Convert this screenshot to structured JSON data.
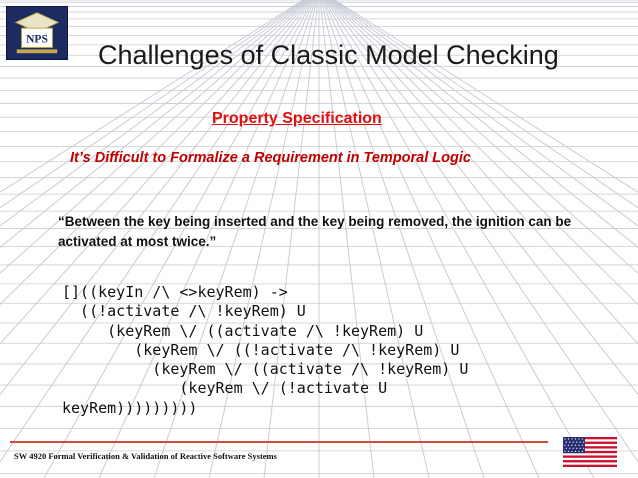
{
  "slide": {
    "title": "Challenges of Classic Model Checking",
    "subtitle": "Property Specification",
    "lead": "It’s Difficult to Formalize a Requirement in Temporal Logic",
    "quote": "“Between the key being inserted and the key being removed, the ignition can be activated at most twice.”",
    "formula_lines": [
      "[]((keyIn /\\ <>keyRem) ->",
      "  ((!activate /\\ !keyRem) U",
      "     (keyRem \\/ ((activate /\\ !keyRem) U",
      "        (keyRem \\/ ((!activate /\\ !keyRem) U",
      "          (keyRem \\/ ((activate /\\ !keyRem) U",
      "             (keyRem \\/ (!activate U",
      "keyRem)))))))))"
    ]
  },
  "footer": {
    "course": "SW 4920 Formal Verification & Validation of Reactive Software Systems"
  },
  "logo": {
    "text": "NPS"
  },
  "colors": {
    "subtitle": "#e01010",
    "lead": "#c00000",
    "rule": "#d24a3a",
    "grid": "#c9ccd6",
    "logo_bg": "#1d2b63"
  }
}
